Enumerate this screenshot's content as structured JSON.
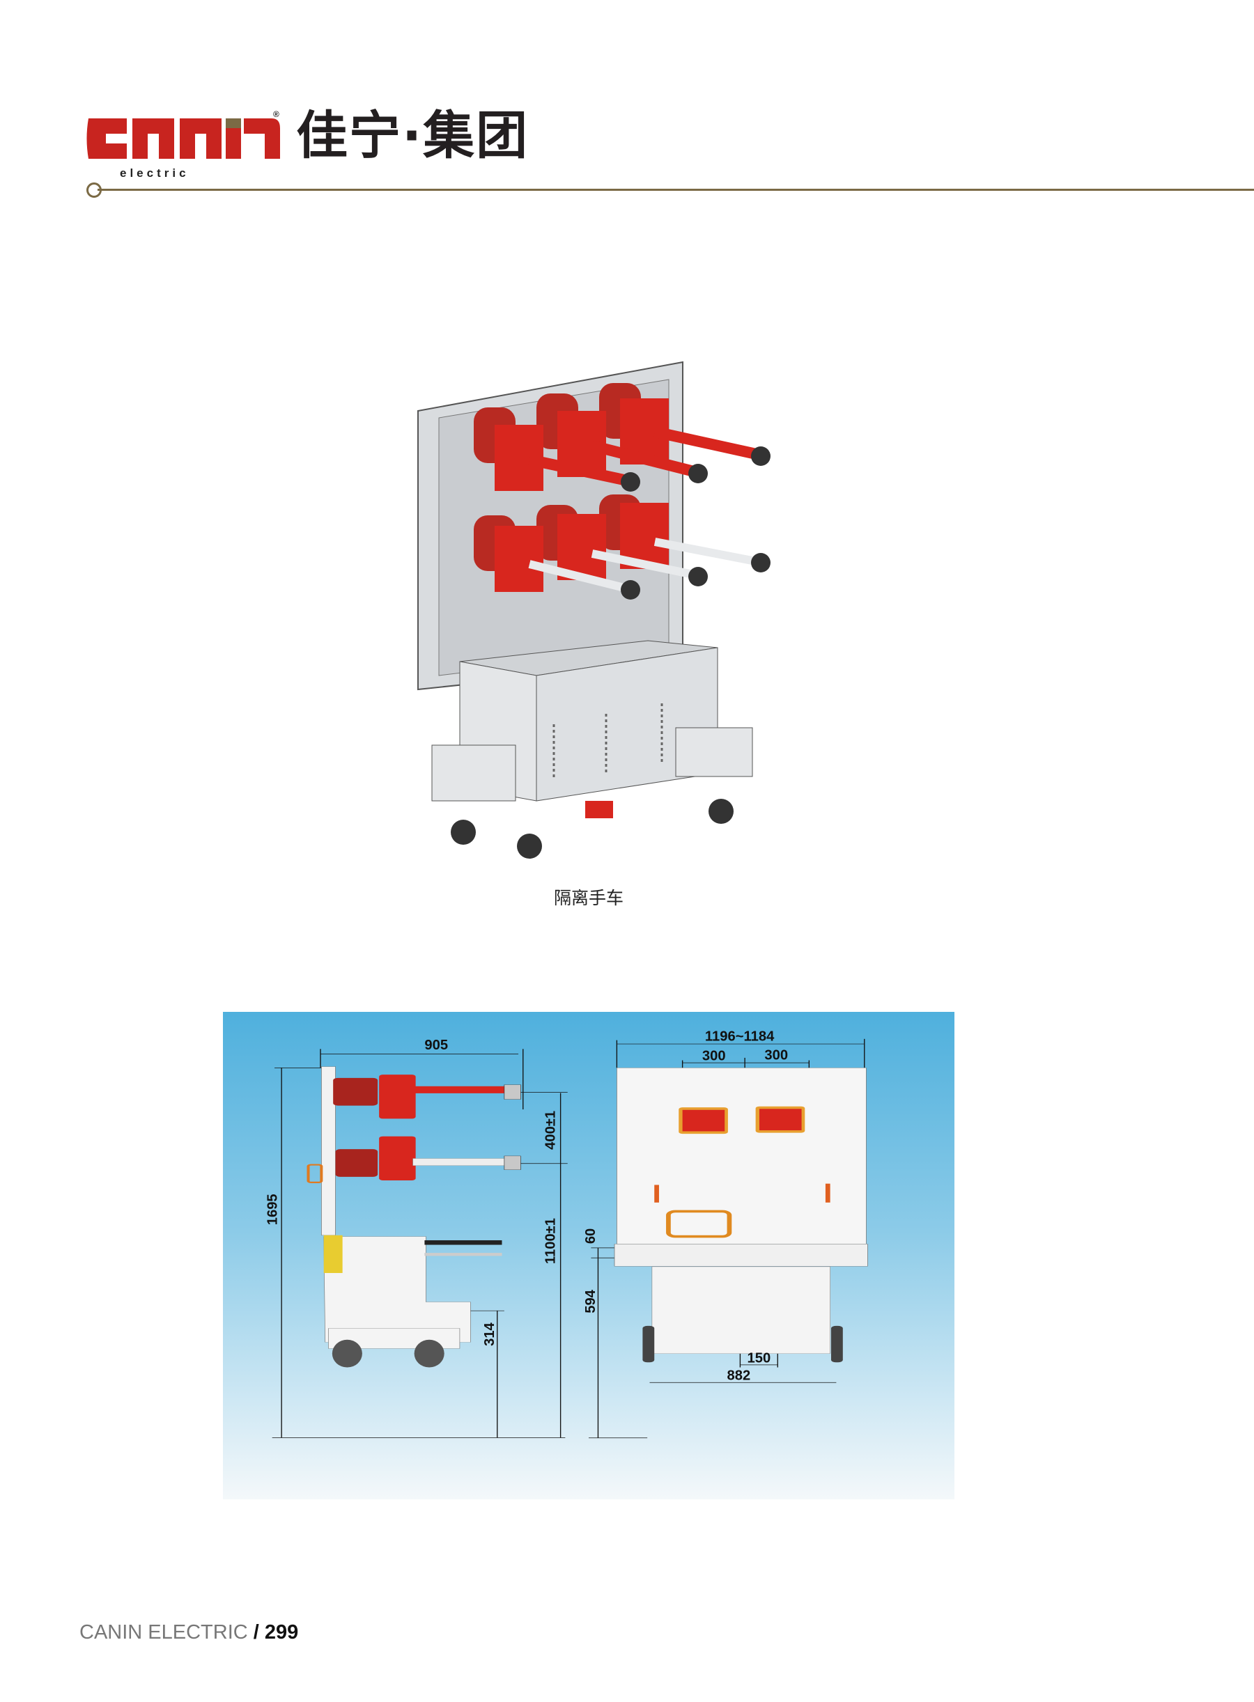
{
  "header": {
    "logo_text": "canin",
    "logo_sub": "electric",
    "logo_reg": "®",
    "company_cn": "佳宁·集团",
    "colors": {
      "brand_red": "#c8241f",
      "brand_gold": "#7b6a45"
    }
  },
  "figure": {
    "caption": "隔离手车"
  },
  "drawing": {
    "dims": {
      "depth": "905",
      "height": "1695",
      "phase_spacing_v": "400±1",
      "contact_height": "1100±1",
      "base_height": "314",
      "width": "1196~1184",
      "phase_left": "300",
      "phase_right": "300",
      "rail": "60",
      "cart_height": "594",
      "offset": "150",
      "wheel_track": "882"
    }
  },
  "footer": {
    "brand": "CANIN ELECTRIC",
    "sep": " / ",
    "page": "299"
  }
}
